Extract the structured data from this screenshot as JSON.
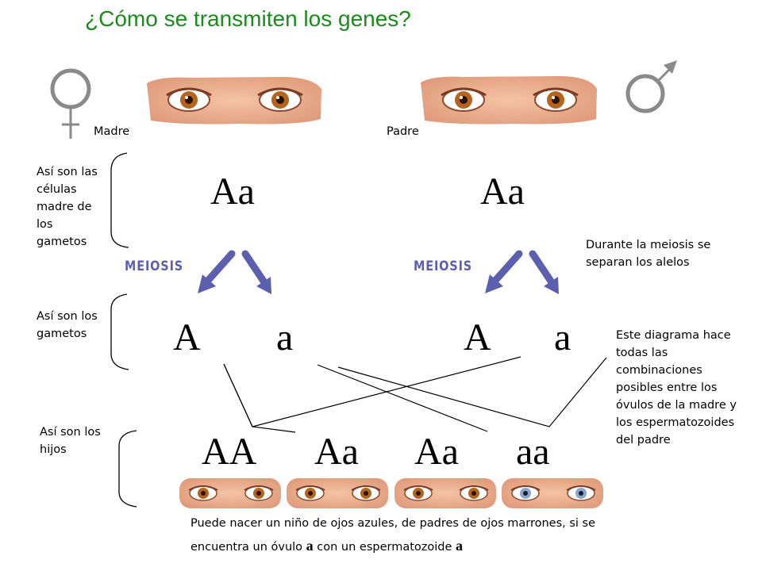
{
  "title": "¿Cómo se transmiten los genes?",
  "parents": {
    "mother_label": "Madre",
    "father_label": "Padre",
    "mother_genotype": "Aa",
    "father_genotype": "Aa"
  },
  "meiosis_label": "MEIOSIS",
  "gametes": {
    "mother_1": "A",
    "mother_2": "a",
    "father_1": "A",
    "father_2": "a"
  },
  "children": [
    "AA",
    "Aa",
    "Aa",
    "aa"
  ],
  "annotations": {
    "stem_cells": "Así son las células madre de los gametos",
    "gametes": "Así son los gametos",
    "children": "Así son los hijos",
    "meiosis_note": "Durante la meiosis se separan los alelos",
    "diagram_note": "Este diagrama hace todas las combinaciones posibles entre los óvulos de la madre y los espermatozoides del padre",
    "footer_part1": "Puede nacer un niño de ojos azules, de padres de ojos marrones, si se encuentra un óvulo ",
    "footer_allele1": "a",
    "footer_part2": " con un espermatozoide ",
    "footer_allele2": "a"
  },
  "colors": {
    "title": "#1c8a1c",
    "meiosis": "#5b5fae",
    "arrow": "#5b5fae",
    "brown_iris": "#b4641c",
    "blue_iris": "#8aa6c8",
    "skin": "#e8ae8c"
  },
  "icons": [
    "female-symbol-icon",
    "male-symbol-icon"
  ]
}
